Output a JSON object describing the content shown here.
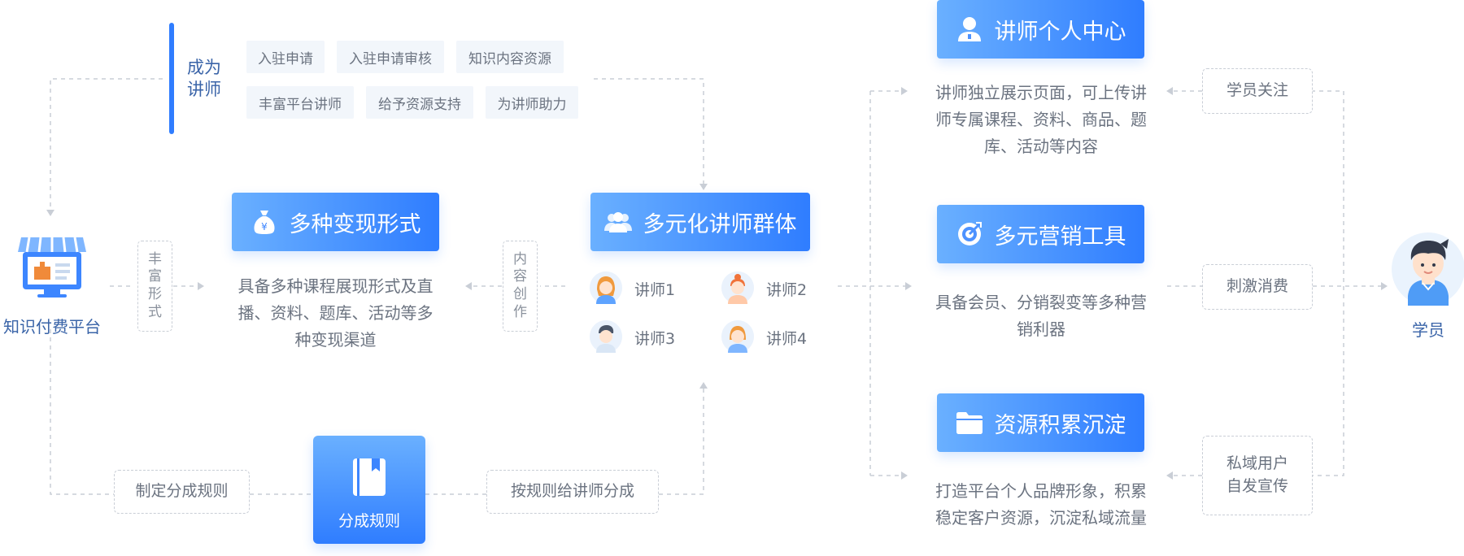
{
  "platform": {
    "label": "知识付费平台",
    "icon": "storefront-icon"
  },
  "become": {
    "label_line1": "成为",
    "label_line2": "讲师",
    "chips": [
      "入驻申请",
      "入驻申请审核",
      "知识内容资源",
      "丰富平台讲师",
      "给予资源支持",
      "为讲师助力"
    ]
  },
  "rich_forms_tag": [
    "丰",
    "富",
    "形",
    "式"
  ],
  "content_creation_tag": [
    "内",
    "容",
    "创",
    "作"
  ],
  "monetize": {
    "title": "多种变现形式",
    "icon": "money-bag-icon",
    "desc": [
      "具备多种课程展现形式及直",
      "播、资料、题库、活动等多",
      "种变现渠道"
    ]
  },
  "lecturer_group": {
    "title": "多元化讲师群体",
    "icon": "users-icon",
    "lecturers": [
      "讲师1",
      "讲师2",
      "讲师3",
      "讲师4"
    ]
  },
  "split_rules": {
    "title": "分成规则",
    "icon": "book-icon",
    "left_box": "制定分成规则",
    "right_box": "按规则给讲师分成"
  },
  "personal_center": {
    "title": "讲师个人中心",
    "icon": "user-icon",
    "desc": [
      "讲师独立展示页面，可上传讲",
      "师专属课程、资料、商品、题",
      "库、活动等内容"
    ],
    "side": "学员关注"
  },
  "marketing": {
    "title": "多元营销工具",
    "icon": "target-icon",
    "desc": [
      "具备会员、分销裂变等多种营",
      "销利器"
    ],
    "side": "刺激消费"
  },
  "resources": {
    "title": "资源积累沉淀",
    "icon": "folder-icon",
    "desc": [
      "打造平台个人品牌形象，积累",
      "稳定客户资源，沉淀私域流量"
    ],
    "side_line1": "私域用户",
    "side_line2": "自发宣传"
  },
  "student": {
    "label": "学员",
    "icon": "student-avatar-icon"
  },
  "colors": {
    "accent": "#2f7dff",
    "accent_light": "#6ab0ff",
    "chip_bg": "#f2f6fb",
    "dashed": "#c9ced6"
  }
}
